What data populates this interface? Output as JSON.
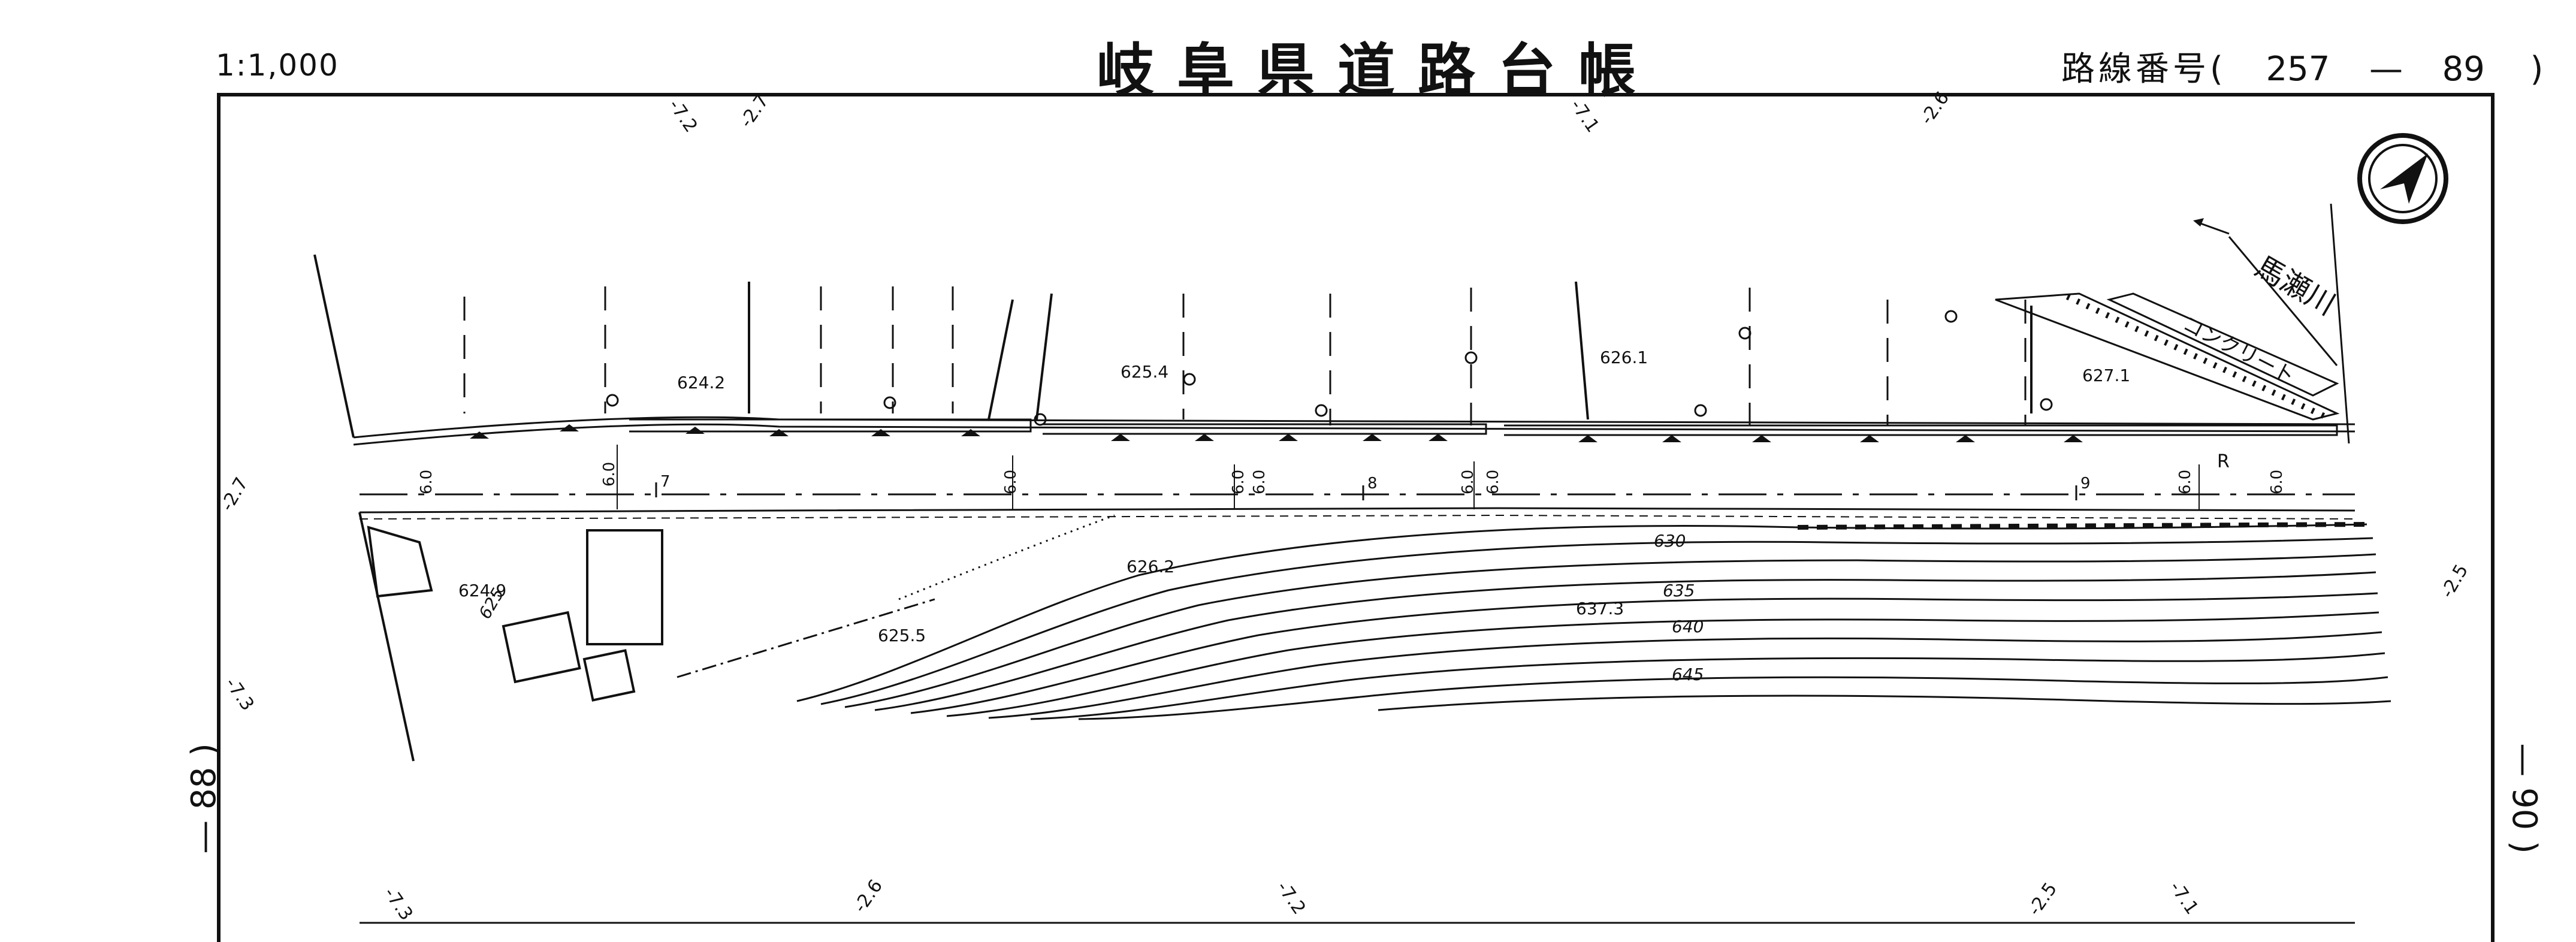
{
  "header": {
    "scale": "1:1,000",
    "title": "岐阜県道路台帳",
    "route_label": "路線番号(",
    "route_number": "257",
    "route_dash": "—",
    "route_sheet": "89",
    "route_close": ")"
  },
  "side_labels": {
    "left_sheet": "88",
    "right_sheet": "90"
  },
  "north_arrow": {
    "icon": "north-arrow-icon"
  },
  "river": {
    "name": "馬瀬川"
  },
  "structure": {
    "concrete_label": "コンクリート"
  },
  "road_marker": "R",
  "stations": [
    "7",
    "8",
    "9"
  ],
  "road_widths": [
    "6.0",
    "6.0",
    "6.0",
    "6.0",
    "6.0",
    "6.0",
    "6.0",
    "6.0",
    "6.0"
  ],
  "spot_heights": [
    "624.2",
    "625.4",
    "626.1",
    "627.1",
    "624.9",
    "626.2",
    "625.5",
    "637.3"
  ],
  "contours": [
    "625",
    "630",
    "635",
    "640",
    "645"
  ],
  "grid_edges": {
    "top": [
      "-7.2",
      "-2.7",
      "-7.1",
      "-2.6"
    ],
    "bottom": [
      "-7.3",
      "-2.6",
      "-7.2",
      "-2.5",
      "-7.1"
    ],
    "left": [
      "-2.7",
      "-7.3"
    ],
    "right": [
      "-2.5"
    ]
  }
}
